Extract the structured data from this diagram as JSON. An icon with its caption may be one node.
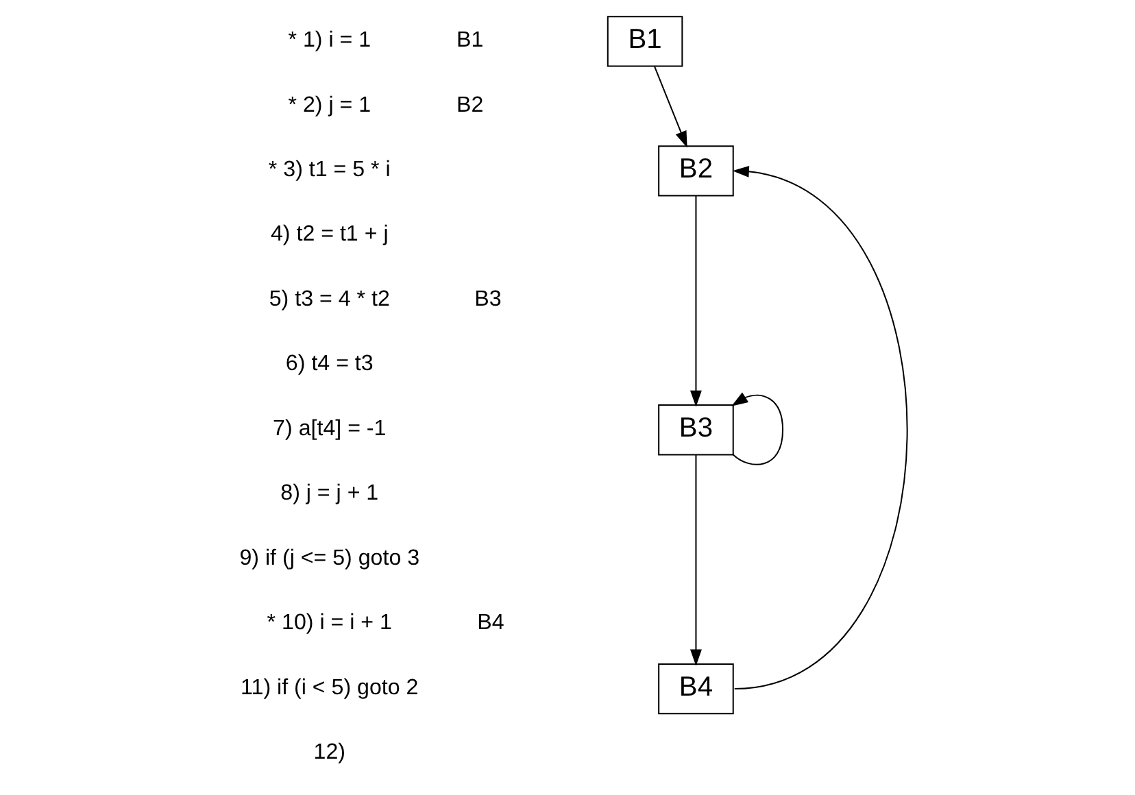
{
  "diagram": {
    "nodes": [
      {
        "text": [
          "B1"
        ]
      },
      {
        "text": [
          "B2"
        ]
      },
      {
        "text": [
          "B3"
        ]
      },
      {
        "text": [
          "B4"
        ]
      }
    ],
    "edges": [
      {
        "from": 0,
        "to": 1,
        "arrow": "to"
      },
      {
        "from": 1,
        "to": 2,
        "arrow": "to"
      },
      {
        "from": 2,
        "to": 2,
        "arrow": "to"
      },
      {
        "from": 2,
        "to": 3,
        "arrow": "to"
      },
      {
        "from": 3,
        "to": 1,
        "arrow": "to"
      }
    ],
    "labels": [
      "* 1) i = 1",
      "B1",
      "* 2) j = 1",
      "B2",
      "* 3) t1 = 5 * i",
      "4) t2 = t1 + j",
      "5) t3 = 4 * t2",
      "B3",
      "6) t4 = t3",
      "7) a[t4] = -1",
      "8) j = j + 1",
      "9) if (j <= 5) goto 3",
      "* 10) i = i + 1",
      "B4",
      "11) if (i < 5) goto 2",
      "12)"
    ]
  }
}
